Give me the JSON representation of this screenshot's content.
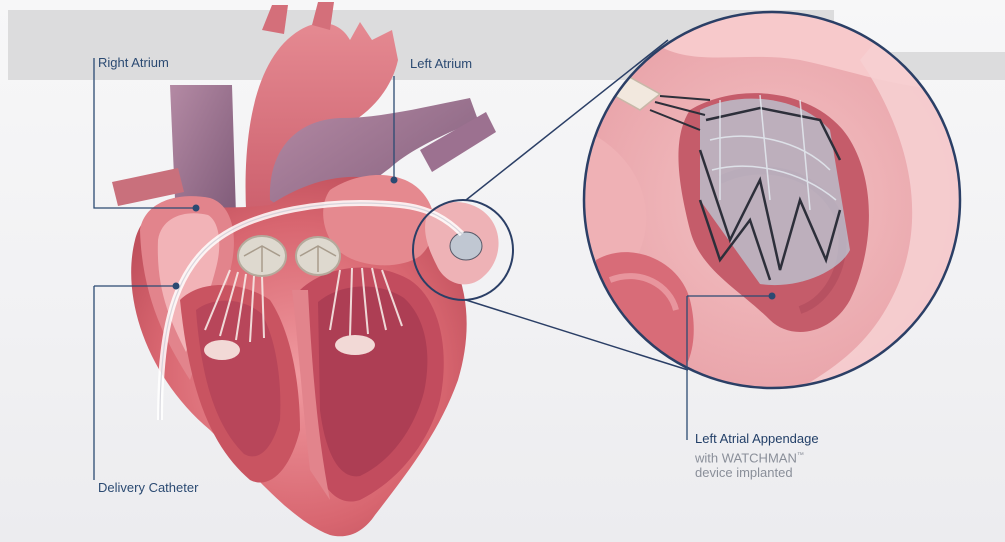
{
  "labels": {
    "right_atrium": "Right Atrium",
    "left_atrium": "Left Atrium",
    "delivery_catheter": "Delivery Catheter",
    "appendage_title": "Left Atrial Appendage",
    "appendage_sub_prefix": "with WATCHMAN",
    "appendage_sub_tm": "™",
    "appendage_sub_line2": "device implanted"
  },
  "colors": {
    "leader_line": "#2b4a72",
    "heart_muscle": "#d9656f",
    "heart_light": "#eaa0a6",
    "vessel_purple": "#9a6f8c",
    "background_band": "#dcdcdd",
    "device_blue": "#b9cbd8"
  }
}
